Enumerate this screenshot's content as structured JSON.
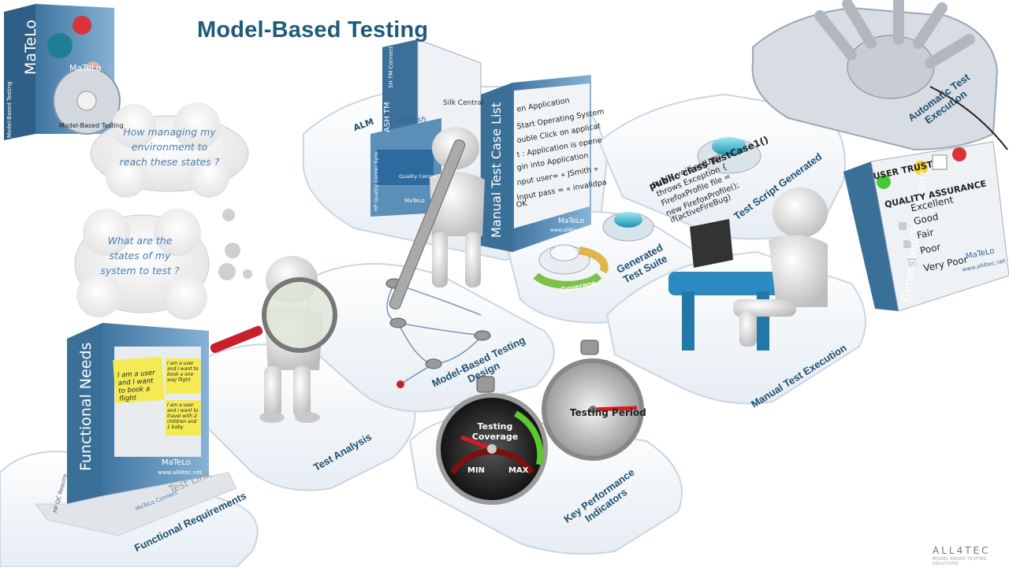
{
  "title": "Model-Based Testing",
  "thought_bubbles": [
    {
      "text": "How managing my environment to reach these states ?"
    },
    {
      "text": "What are the states of my system to test ?"
    }
  ],
  "stations": {
    "functional_requirements": "Functional Requirements",
    "test_analysis": "Test Analysis",
    "model_based_design": "Model-Based Testing Design",
    "generated_test_suite": "Generated Test Suite",
    "coverage": "Coverage",
    "test_script_generated": "Test Script Generated",
    "manual_test_execution": "Manual Test Execution",
    "automatic_test_execution": "Automatic Test Execution",
    "kpi": "Key Performance Indicators"
  },
  "books": {
    "matelo_box": {
      "spine": "MaTeLo",
      "front": "MaTeLo",
      "cd": "Model-Based Testing",
      "side": "Model-Based Testing"
    },
    "functional_needs": {
      "spine": "Functional Needs",
      "brand": "MaTeLo",
      "url": "www.all4tec.net"
    },
    "sticky_notes": [
      "I am a user and I want to book a flight",
      "I am a user and I want to book a one way flight",
      "I am a user and I want to travel with 2 children and 1 baby"
    ],
    "req_tools": [
      "HP QC Require",
      "Test Link",
      "MaTeLo Connect"
    ],
    "manual_list": {
      "spine": "Manual Test Case List",
      "brand": "MaTeLo",
      "url": "www.all4tec.net",
      "rows": [
        "en Application",
        "Start Operating System",
        "ouble Click on applicat",
        "t : Application is opene",
        "gin into Application",
        "nput user= « JSmith »",
        "Input pass = « invalidpa",
        "OK"
      ]
    },
    "alm_tools": [
      "ALM",
      "ASH TM",
      "SH TM Connect",
      "Silk Central",
      "squash",
      "Quality Center",
      "HP Quality Center Sync",
      "MaTeLo"
    ]
  },
  "code": {
    "lines": [
      "public class TestCase1()",
      "public void setUp()",
      "throws Exception {",
      "FirefoxProfile file =",
      "new FirefoxProfile();",
      "if(activeFireBug)"
    ]
  },
  "report": {
    "spine": "Generated Test Report",
    "user_trust": "USER TRUST",
    "quality_assurance": "QUALITY ASSURANCE",
    "options": [
      "Excellent",
      "Good",
      "Fair",
      "Poor",
      "Very Poor"
    ],
    "brand": "MaTeLo",
    "url": "www.all4tec.net"
  },
  "gauges": {
    "coverage": {
      "label": "Testing Coverage",
      "min": "MIN",
      "max": "MAX"
    },
    "period": {
      "label": "Testing Period"
    }
  },
  "company": {
    "logo": "ALL4TEC",
    "tagline": "MODEL BASED TESTING SOLUTIONS"
  },
  "colors": {
    "title": "#1e5a7a",
    "plate": "#f2f5f8",
    "plate_edge": "#c9d6e2",
    "book": "#5b8fb8",
    "accent_red": "#c8202a"
  }
}
